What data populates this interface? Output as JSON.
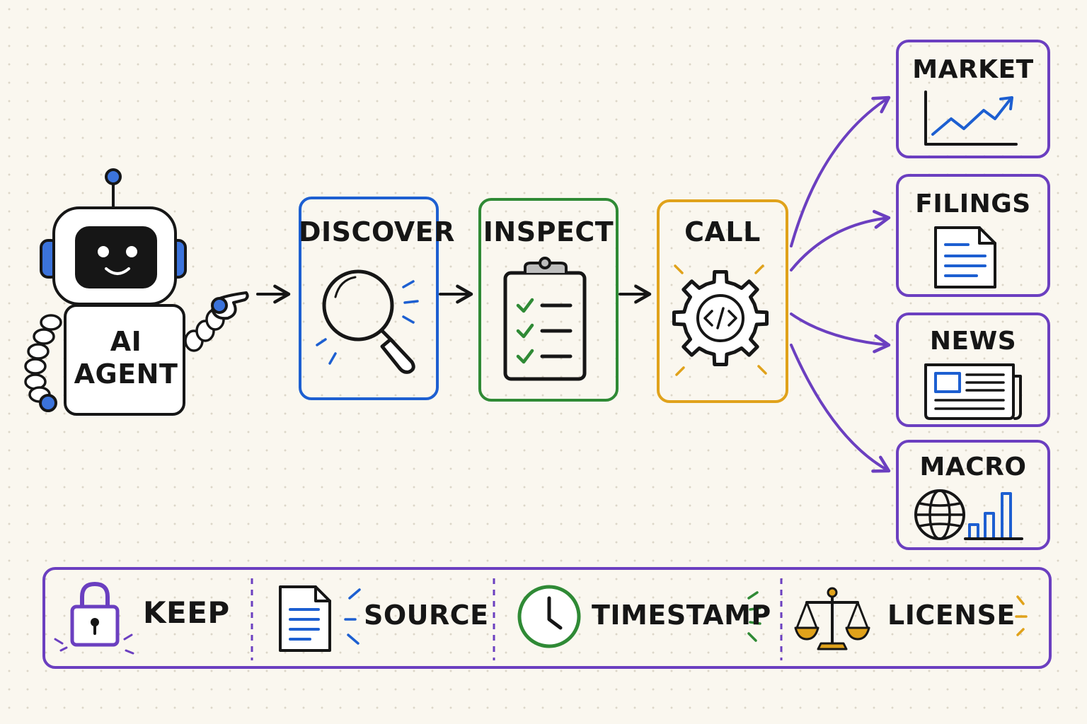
{
  "agent": {
    "label_line1": "AI",
    "label_line2": "AGENT",
    "icon": "robot-icon"
  },
  "steps": [
    {
      "label": "DISCOVER",
      "icon": "magnifier-icon",
      "color": "#1d5fd1"
    },
    {
      "label": "INSPECT",
      "icon": "clipboard-checklist-icon",
      "color": "#2f8a35"
    },
    {
      "label": "CALL",
      "icon": "gear-code-icon",
      "color": "#e0a21b"
    }
  ],
  "sources": [
    {
      "label": "MARKET",
      "icon": "line-chart-icon"
    },
    {
      "label": "FILINGS",
      "icon": "document-icon"
    },
    {
      "label": "NEWS",
      "icon": "newspaper-icon"
    },
    {
      "label": "MACRO",
      "icon": "globe-bar-chart-icon"
    }
  ],
  "keep_bar": {
    "items": [
      {
        "label": "KEEP",
        "icon": "padlock-icon"
      },
      {
        "label": "SOURCE",
        "icon": "document-icon"
      },
      {
        "label": "TIMESTAMP",
        "icon": "clock-icon"
      },
      {
        "label": "LICENSE",
        "icon": "scales-icon"
      }
    ]
  },
  "colors": {
    "blue": "#1d5fd1",
    "green": "#2f8a35",
    "amber": "#e0a21b",
    "purple": "#6b3fc0",
    "ink": "#161616",
    "paper": "#faf7ef"
  }
}
